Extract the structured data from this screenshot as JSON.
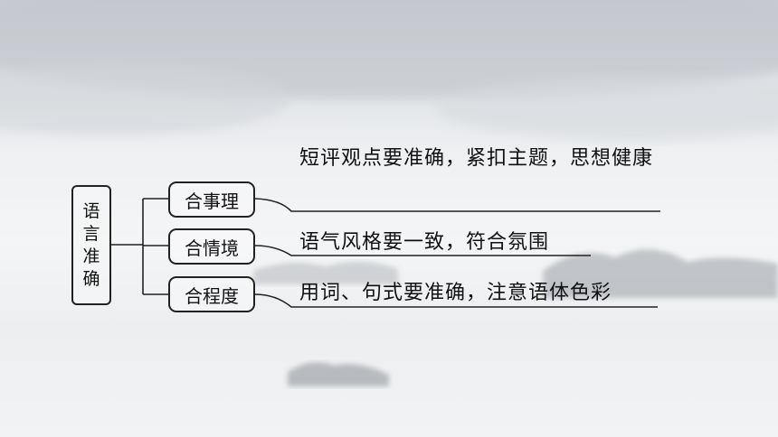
{
  "root": {
    "chars": [
      "语",
      "言",
      "准",
      "确"
    ]
  },
  "branches": [
    {
      "label": "合事理",
      "description": "短评观点要准确，紧扣主题，思想健康"
    },
    {
      "label": "合情境",
      "description": "语气风格要一致，符合氛围"
    },
    {
      "label": "合程度",
      "description": "用词、句式要准确，注意语体色彩"
    }
  ]
}
